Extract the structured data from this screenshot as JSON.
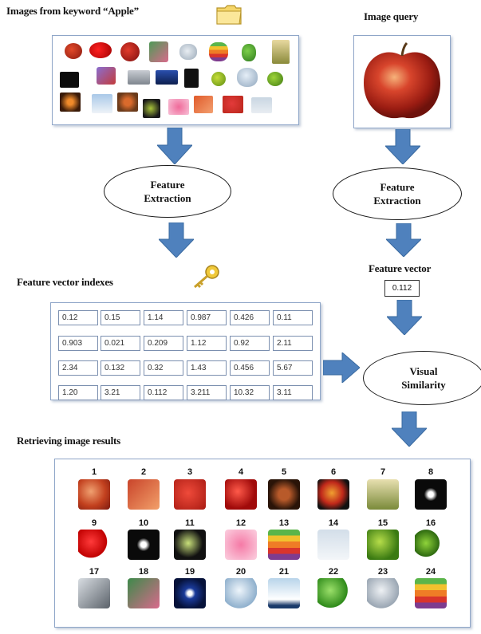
{
  "headings": {
    "keyword_images": "Images from keyword “Apple”",
    "image_query": "Image query",
    "feature_vector_indexes": "Feature vector  indexes",
    "feature_vector": "Feature vector",
    "retrieving_results": "Retrieving image results"
  },
  "ellipses": {
    "left": [
      "Feature",
      "Extraction"
    ],
    "right": [
      "Feature",
      "Extraction"
    ],
    "similarity": [
      "Visual",
      "Similarity"
    ]
  },
  "query_vector_value": "0.112",
  "index_table": [
    [
      "0.12",
      "0.15",
      "1.14",
      "0.987",
      "0.426",
      "0.11"
    ],
    [
      "0.903",
      "0.021",
      "0.209",
      "1.12",
      "0.92",
      "2.11"
    ],
    [
      "2.34",
      "0.132",
      "0.32",
      "1.43",
      "0.456",
      "5.67"
    ],
    [
      "1.20",
      "3.21",
      "0.112",
      "3.211",
      "10.32",
      "3.11"
    ]
  ],
  "result_numbers": [
    "1",
    "2",
    "3",
    "4",
    "5",
    "6",
    "7",
    "8",
    "9",
    "10",
    "11",
    "12",
    "13",
    "14",
    "15",
    "16",
    "17",
    "18",
    "19",
    "20",
    "21",
    "22",
    "23",
    "24"
  ],
  "icons": {
    "folder": "folder-icon",
    "key": "key-icon"
  },
  "colors": {
    "arrow_blue": "#4f81bd",
    "panel_border": "#8fa6c8"
  }
}
